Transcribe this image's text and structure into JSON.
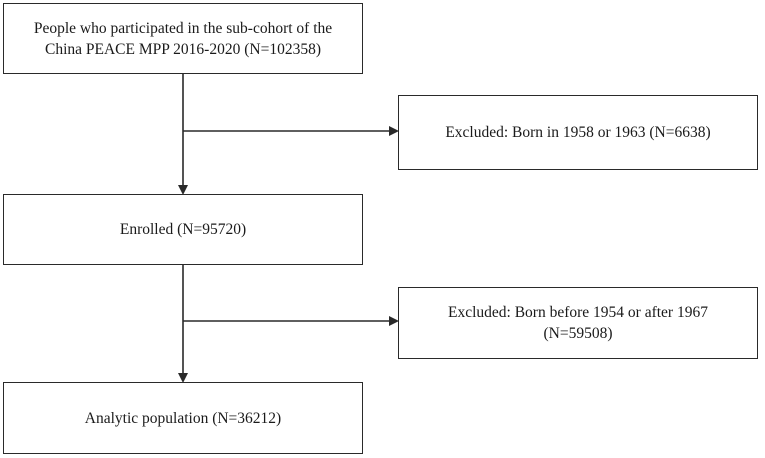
{
  "nodes": {
    "start": {
      "lines": [
        "People who participated in the sub-cohort of the",
        "China PEACE MPP 2016-2020 (N=102358)"
      ]
    },
    "excluded_1": {
      "lines": [
        "Excluded: Born in 1958 or 1963 (N=6638)"
      ]
    },
    "enrolled": {
      "lines": [
        "Enrolled (N=95720)"
      ]
    },
    "excluded_2": {
      "lines": [
        "Excluded: Born before 1954 or after 1967",
        "(N=59508)"
      ]
    },
    "final": {
      "lines": [
        "Analytic population (N=36212)"
      ]
    }
  },
  "colors": {
    "stroke": "#2a2a2a",
    "text": "#1a1a1a",
    "background": "#ffffff"
  }
}
